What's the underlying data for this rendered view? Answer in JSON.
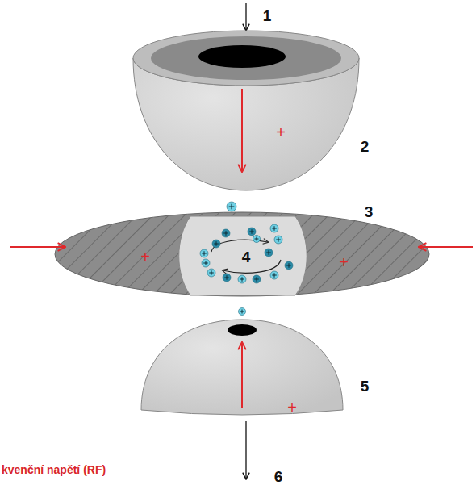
{
  "diagram": {
    "labels": [
      "1",
      "2",
      "+",
      "3",
      "+",
      "+",
      "4",
      "5",
      "+",
      "kvenční napětí (RF)",
      "6"
    ]
  }
}
